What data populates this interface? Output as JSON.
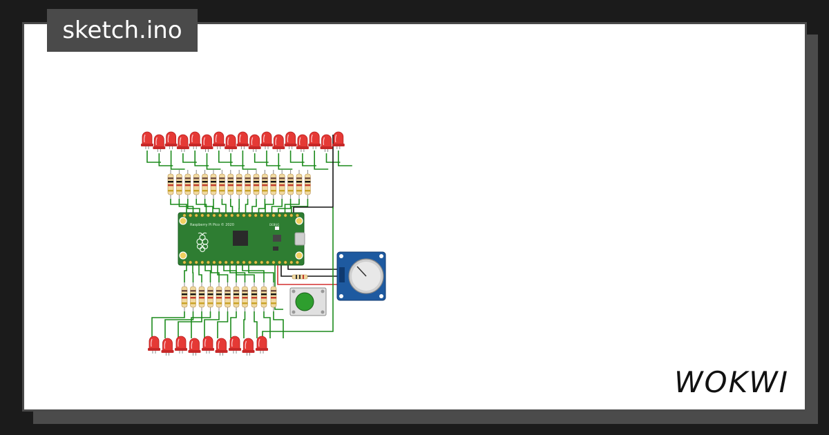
{
  "editor": {
    "file_tab": "sketch.ino"
  },
  "brand": {
    "name": "WOKWI",
    "icon": "wokwi-logo-icon"
  },
  "board": {
    "label": "Raspberry Pi Pico © 2020",
    "debug_label": "DEBUG",
    "icon": "raspberry-pi-logo-icon"
  },
  "components": {
    "leds_top_count": 17,
    "leds_bottom_count": 9,
    "resistors_top_count": 17,
    "resistors_bottom_count": 11
  },
  "colors": {
    "background": "#1b1b1b",
    "canvas": "#ffffff",
    "tab": "#4a4a4a",
    "led": "#e53935",
    "wire": "#1b8a1b",
    "pcb": "#2e7d32",
    "encoder": "#1e5aa0",
    "button": "#2e9e2e"
  }
}
